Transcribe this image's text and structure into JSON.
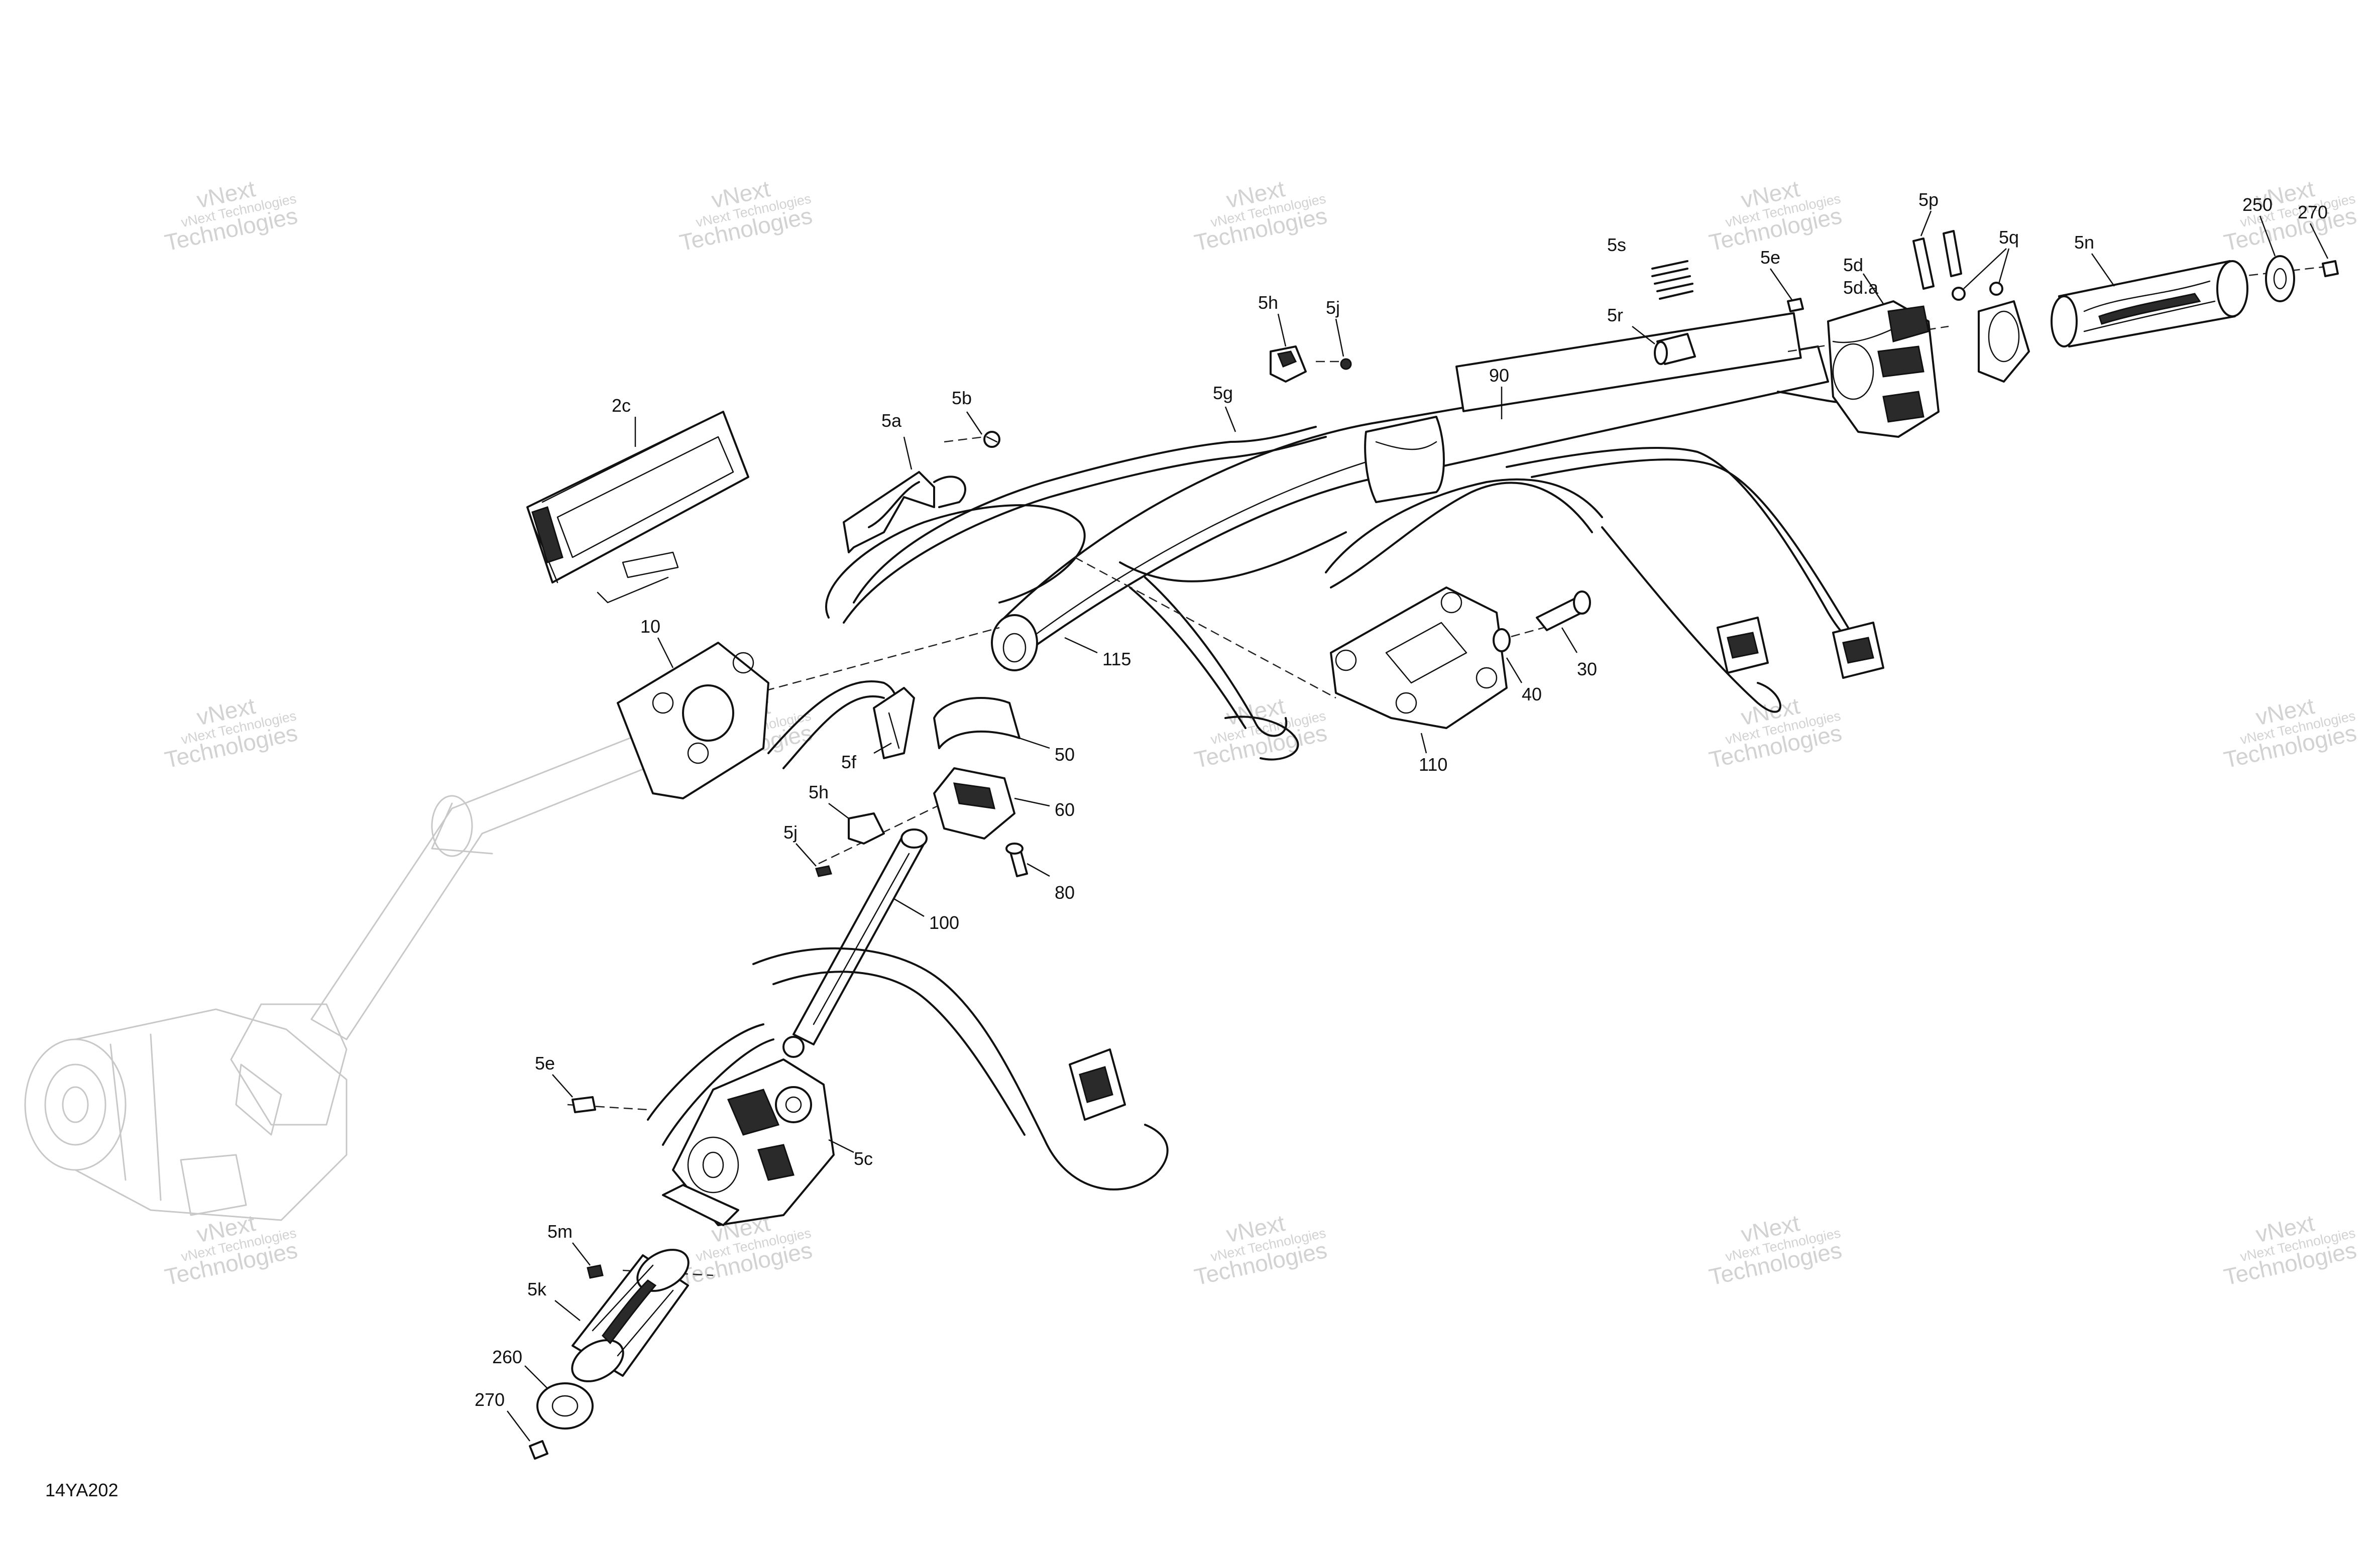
{
  "diagram_code": "14YA202",
  "watermark": {
    "line1": "vNext Technologies",
    "line2": "vNext",
    "line3": "Technologies"
  },
  "callouts": [
    {
      "id": "250",
      "text": "250"
    },
    {
      "id": "270a",
      "text": "270"
    },
    {
      "id": "5p",
      "text": "5p"
    },
    {
      "id": "5q",
      "text": "5q"
    },
    {
      "id": "5n",
      "text": "5n"
    },
    {
      "id": "5s",
      "text": "5s"
    },
    {
      "id": "5e_top",
      "text": "5e"
    },
    {
      "id": "5d",
      "text": "5d"
    },
    {
      "id": "5da",
      "text": "5d.a"
    },
    {
      "id": "5r",
      "text": "5r"
    },
    {
      "id": "5h_top",
      "text": "5h"
    },
    {
      "id": "5j_top",
      "text": "5j"
    },
    {
      "id": "90",
      "text": "90"
    },
    {
      "id": "5g",
      "text": "5g"
    },
    {
      "id": "5b",
      "text": "5b"
    },
    {
      "id": "5a",
      "text": "5a"
    },
    {
      "id": "2c",
      "text": "2c"
    },
    {
      "id": "115",
      "text": "115"
    },
    {
      "id": "10",
      "text": "10"
    },
    {
      "id": "30",
      "text": "30"
    },
    {
      "id": "40",
      "text": "40"
    },
    {
      "id": "110",
      "text": "110"
    },
    {
      "id": "50",
      "text": "50"
    },
    {
      "id": "5f",
      "text": "5f"
    },
    {
      "id": "5h_mid",
      "text": "5h"
    },
    {
      "id": "60",
      "text": "60"
    },
    {
      "id": "5j_mid",
      "text": "5j"
    },
    {
      "id": "80",
      "text": "80"
    },
    {
      "id": "100",
      "text": "100"
    },
    {
      "id": "5e_bot",
      "text": "5e"
    },
    {
      "id": "5c",
      "text": "5c"
    },
    {
      "id": "5m",
      "text": "5m"
    },
    {
      "id": "5k",
      "text": "5k"
    },
    {
      "id": "260",
      "text": "260"
    },
    {
      "id": "270b",
      "text": "270"
    }
  ]
}
